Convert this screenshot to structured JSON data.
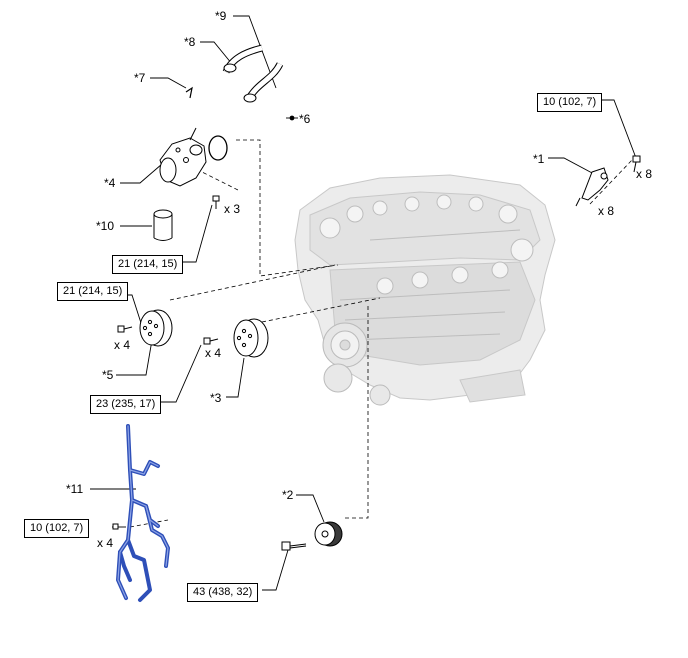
{
  "callouts": {
    "c1": "*1",
    "c2": "*2",
    "c3": "*3",
    "c4": "*4",
    "c5": "*5",
    "c6": "*6",
    "c7": "*7",
    "c8": "*8",
    "c9": "*9",
    "c10": "*10",
    "c11": "*11"
  },
  "torques": {
    "t_sensor": "10 (102, 7)",
    "t_housing": "21 (214, 15)",
    "t_pulley5": "21 (214, 15)",
    "t_pulley3": "23 (235, 17)",
    "t_pipe": "10 (102, 7)",
    "t_idler": "43 (438, 32)"
  },
  "quantities": {
    "q_sensor_bolt": "x 8",
    "q_sensor": "x 8",
    "q_housing": "x 3",
    "q_pulley5": "x 4",
    "q_pulley3": "x 4",
    "q_pipe": "x 4"
  },
  "colors": {
    "line": "#000000",
    "engine": "#c9c9c9",
    "pipe": "#2e4fb8"
  }
}
